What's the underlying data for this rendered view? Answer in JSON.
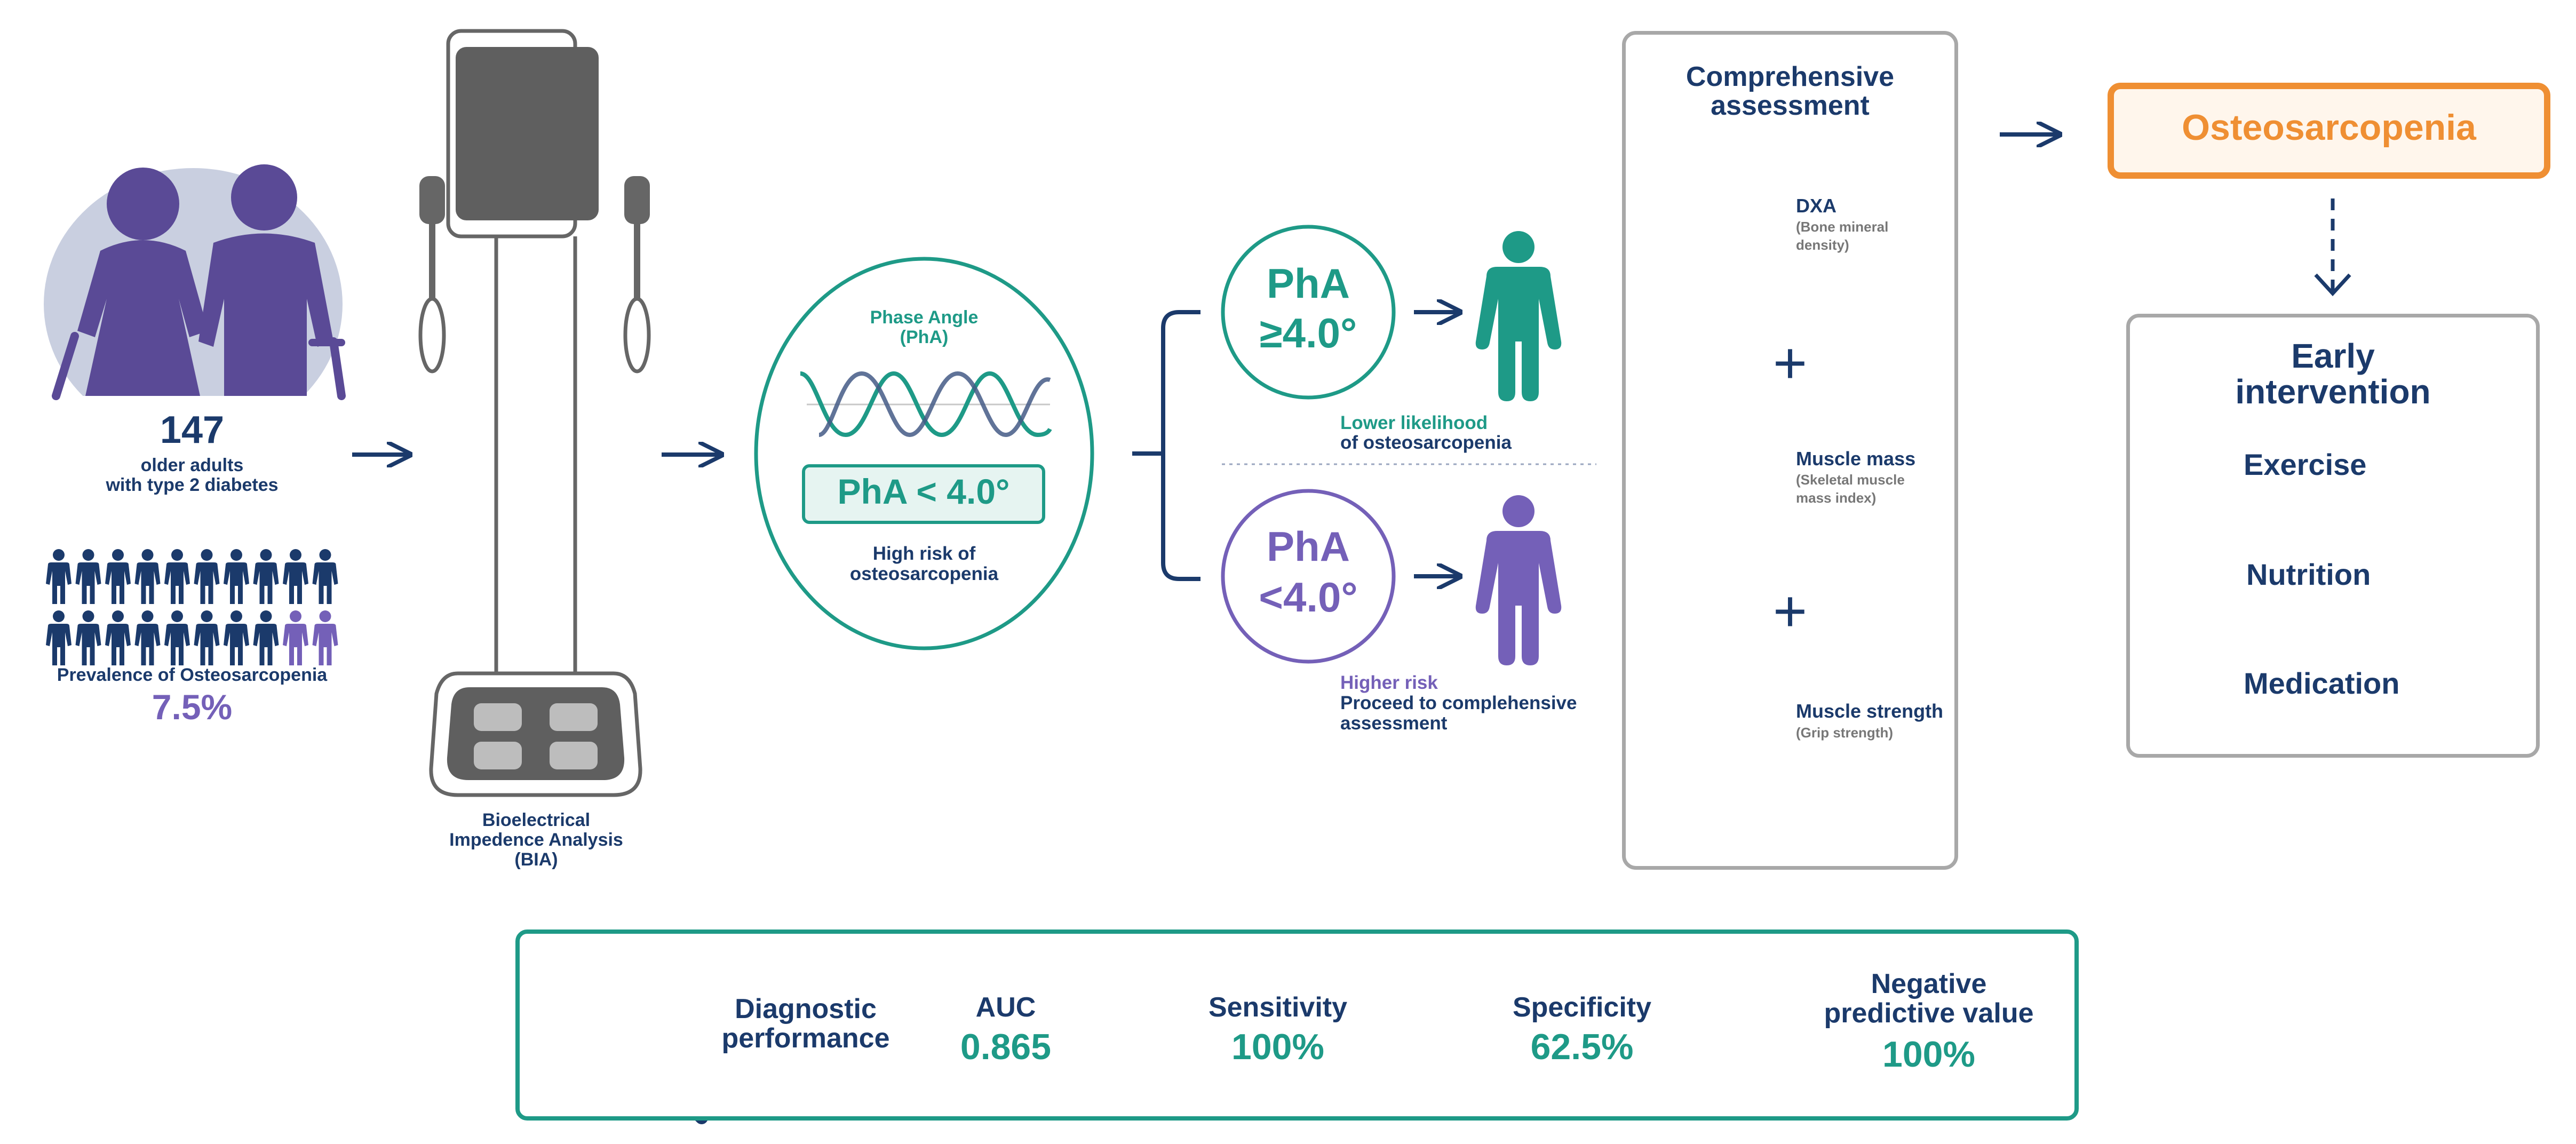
{
  "population": {
    "count": "147",
    "line1": "older adults",
    "line2": "with type 2 diabetes",
    "prevalence_label": "Prevalence of Osteosarcopenia",
    "prevalence_value": "7.5%"
  },
  "bia": {
    "line1": "Bioelectrical",
    "line2": "Impedence Analysis",
    "line3": "(BIA)"
  },
  "phase_angle": {
    "title1": "Phase Angle",
    "title2": "(PhA)",
    "threshold_text": "PhA < 4.0°",
    "risk1": "High risk of",
    "risk2": "osteosarcopenia"
  },
  "outcomes": {
    "high": {
      "line1": "PhA",
      "line2": "≥4.0°",
      "label1": "Lower likelihood",
      "label2": "of osteosarcopenia"
    },
    "low": {
      "line1": "PhA",
      "line2": "<4.0°",
      "label1": "Higher risk",
      "label2": "Proceed to complehensive",
      "label3": "assessment"
    }
  },
  "comprehensive": {
    "title1": "Comprehensive",
    "title2": "assessment",
    "plus": "+",
    "items": [
      {
        "name": "DXA",
        "sub1": "(Bone mineral",
        "sub2": "density)",
        "icon": "bone-icon"
      },
      {
        "name": "Muscle mass",
        "sub1": "(Skeletal muscle",
        "sub2": "mass index)",
        "icon": "flexed-arm-icon"
      },
      {
        "name": "Muscle strength",
        "sub1": "(Grip strength)",
        "sub2": "",
        "icon": "hand-grip-icon"
      }
    ]
  },
  "outcome_box": {
    "label": "Osteosarcopenia"
  },
  "early": {
    "title1": "Early",
    "title2": "intervention",
    "items": [
      {
        "label": "Exercise",
        "icon": "dumbbell-icon"
      },
      {
        "label": "Nutrition",
        "icon": "fruit-vegetable-icon"
      },
      {
        "label": "Medication",
        "icon": "pills-icon"
      }
    ]
  },
  "diagnostic": {
    "title1": "Diagnostic",
    "title2": "performance",
    "auc_label": "AUC",
    "auc_value": "0.865",
    "sens_label": "Sensitivity",
    "sens_value": "100%",
    "spec_label": "Specificity",
    "spec_value": "62.5%",
    "npv_label1": "Negative",
    "npv_label2": "predictive value",
    "npv_value": "100%"
  },
  "colors": {
    "navy": "#1b3a6b",
    "teal": "#1e9a87",
    "purple": "#7460b8",
    "orange": "#ef8f33",
    "grey": "#a8a8a8"
  }
}
